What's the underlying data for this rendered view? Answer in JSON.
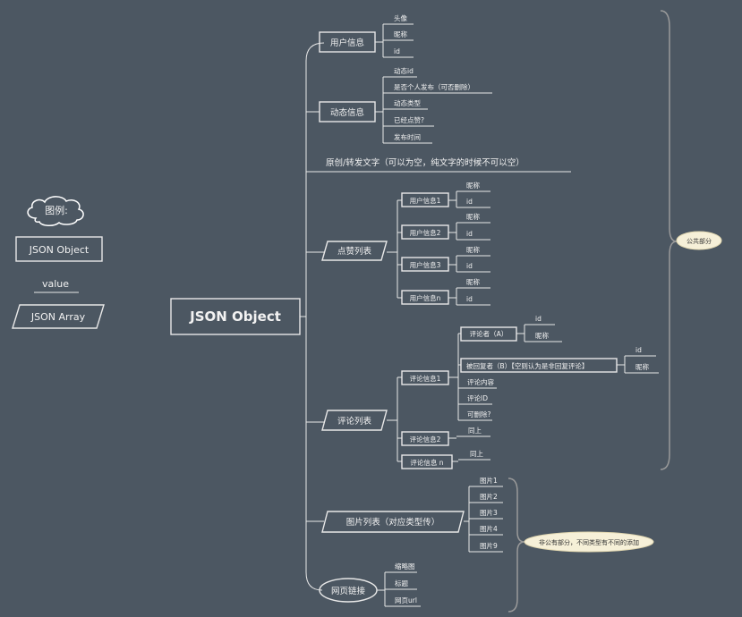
{
  "legend": {
    "title": "图例:",
    "object_label": "JSON Object",
    "value_label": "value",
    "array_label": "JSON Array"
  },
  "root": {
    "label": "JSON Object"
  },
  "branches": {
    "user_info": {
      "label": "用户信息",
      "items": [
        "头像",
        "昵称",
        "id"
      ]
    },
    "post_info": {
      "label": "动态信息",
      "items": [
        "动态id",
        "是否个人发布（可否删除）",
        "动态类型",
        "已经点赞?",
        "发布时间"
      ]
    },
    "text": {
      "label": "原创/转发文字（可以为空，纯文字的时候不可以空）"
    },
    "likes": {
      "label": "点赞列表",
      "users": [
        {
          "label": "用户信息1",
          "fields": [
            "昵称",
            "id"
          ]
        },
        {
          "label": "用户信息2",
          "fields": [
            "昵称",
            "id"
          ]
        },
        {
          "label": "用户信息3",
          "fields": [
            "昵称",
            "id"
          ]
        },
        {
          "label": "用户信息n",
          "fields": [
            "昵称",
            "id"
          ]
        }
      ]
    },
    "comments": {
      "label": "评论列表",
      "comment1": "评论信息1",
      "commenter": "评论者（A）",
      "commenter_fields": [
        "id",
        "昵称"
      ],
      "replied": "被回复者（B）【空则认为是非回复评论】",
      "replied_fields": [
        "id",
        "昵称"
      ],
      "extra": [
        "评论内容",
        "评论ID",
        "可删除?"
      ],
      "comment2": "评论信息2",
      "comment2_note": "同上",
      "commentn": "评论信息 n",
      "commentn_note": "同上"
    },
    "images": {
      "label": "图片列表（对应类型传）",
      "items": [
        "图片1",
        "图片2",
        "图片3",
        "图片4",
        "图片9"
      ]
    },
    "link": {
      "label": "网页链接",
      "items": [
        "缩略图",
        "标题",
        "网页url"
      ]
    }
  },
  "callouts": {
    "public": "公共部分",
    "private": "非公有部分，不同类型有不同的添加"
  }
}
